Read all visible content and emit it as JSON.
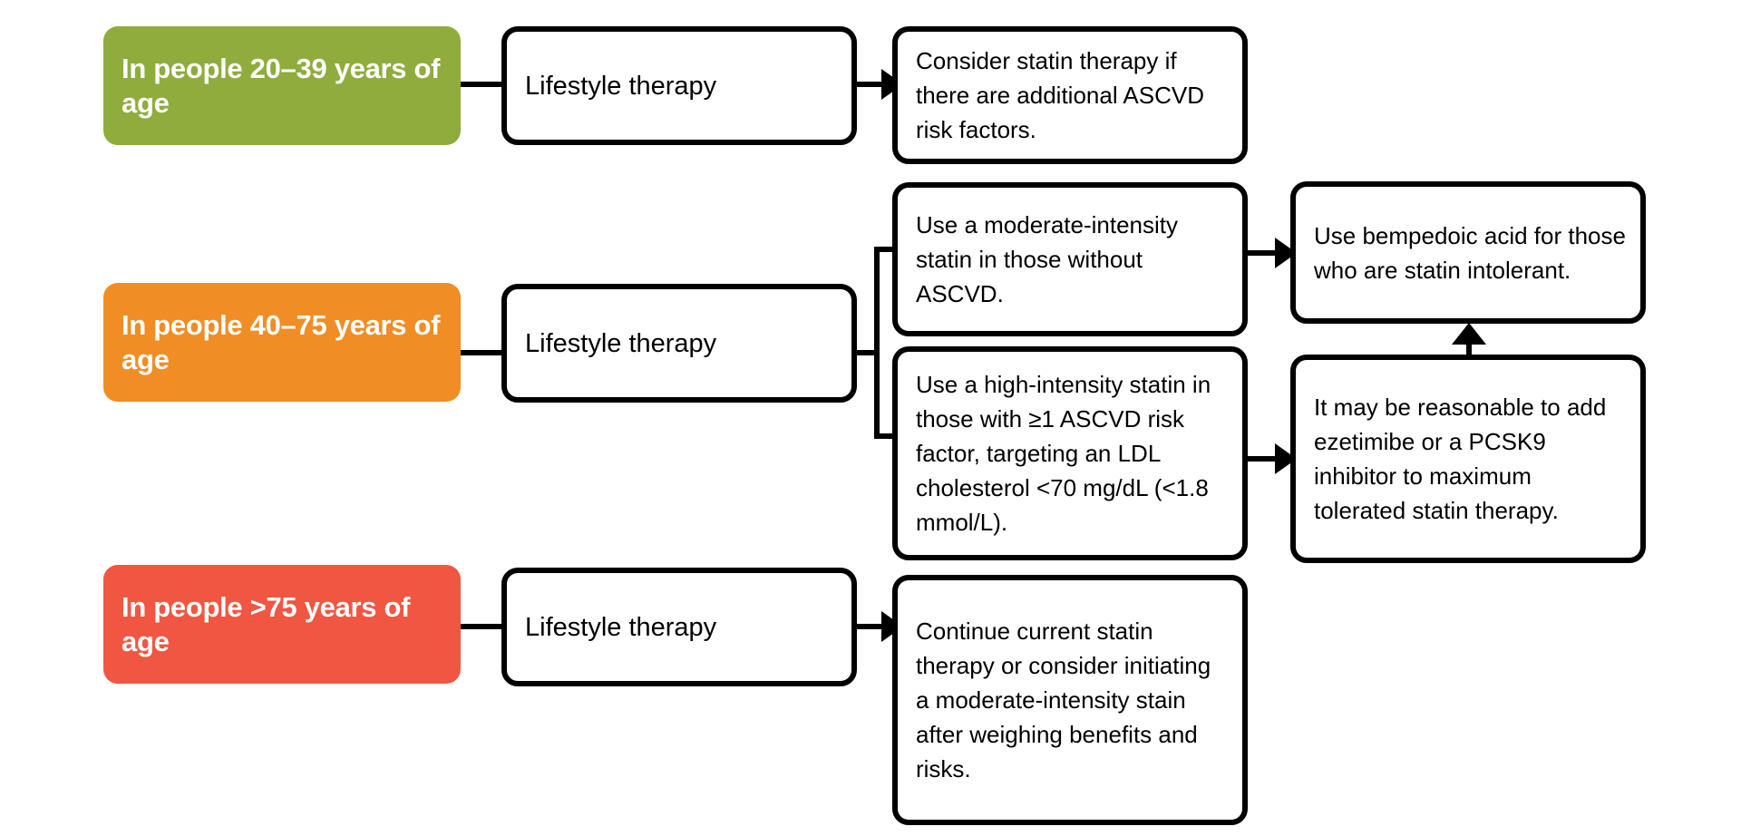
{
  "colors": {
    "age_20_39": "#8fac3d",
    "age_40_75": "#f08d24",
    "age_over_75": "#f05642",
    "outline": "#000000"
  },
  "rows": [
    {
      "age": "In people 20–39 years of age",
      "lifestyle": "Lifestyle therapy",
      "recommendation": "Consider statin therapy if there are additional ASCVD risk factors."
    },
    {
      "age": "In people 40–75 years of age",
      "lifestyle": "Lifestyle therapy",
      "recommendation_moderate": "Use a moderate-intensity statin in those without ASCVD.",
      "recommendation_high": "Use a high-intensity statin in those with ≥1 ASCVD risk factor, targeting an LDL cholesterol <70 mg/dL (<1.8 mmol/L).",
      "bempedoic": "Use bempedoic acid for those who are statin intolerant.",
      "ezetimibe": "It may be reasonable to add ezetimibe or a PCSK9 inhibitor to maximum tolerated statin therapy."
    },
    {
      "age": "In people >75 years of age",
      "lifestyle": "Lifestyle therapy",
      "recommendation": "Continue current statin therapy or consider initiating a moderate-intensity stain after weighing benefits and risks."
    }
  ]
}
